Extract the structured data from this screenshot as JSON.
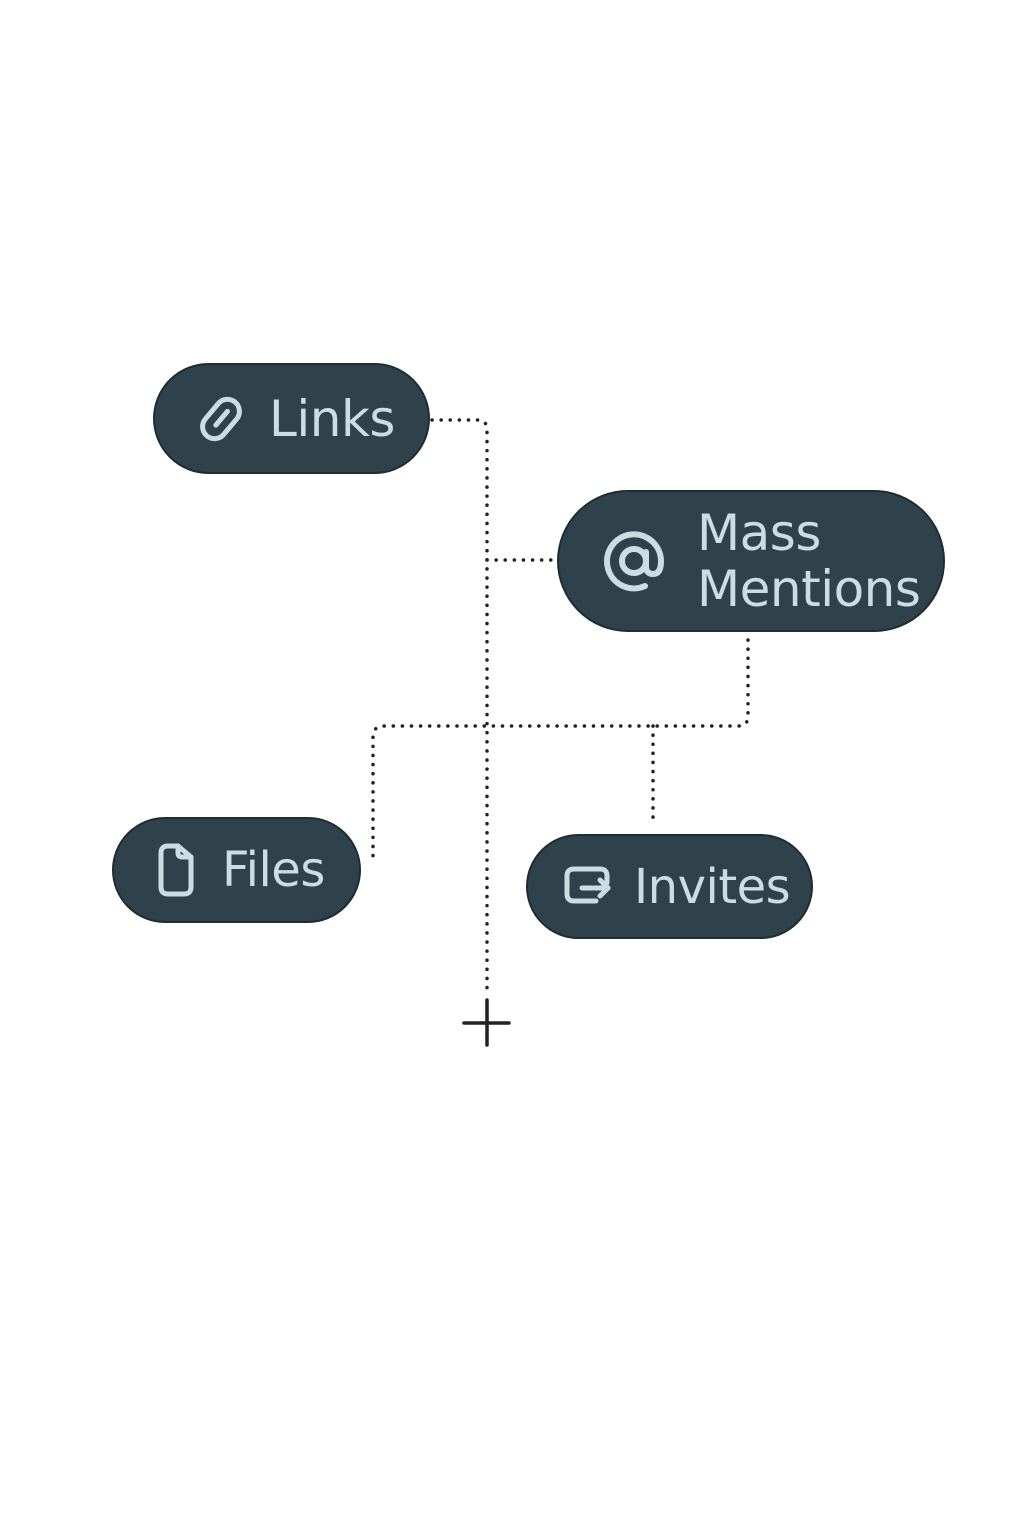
{
  "nodes": {
    "links": {
      "label": "Links",
      "icon": "paperclip-icon"
    },
    "mass_mentions": {
      "label": "Mass Mentions",
      "icon": "at-sign-icon"
    },
    "files": {
      "label": "Files",
      "icon": "file-icon"
    },
    "invites": {
      "label": "Invites",
      "icon": "invite-icon"
    }
  },
  "connectors": {
    "style": "dotted",
    "color": "#222222"
  },
  "add_control": {
    "icon": "plus-icon"
  },
  "colors": {
    "node_fill": "#2f424b",
    "node_border": "#1e2c33",
    "node_text": "#c9dde2",
    "background": "#ffffff"
  }
}
